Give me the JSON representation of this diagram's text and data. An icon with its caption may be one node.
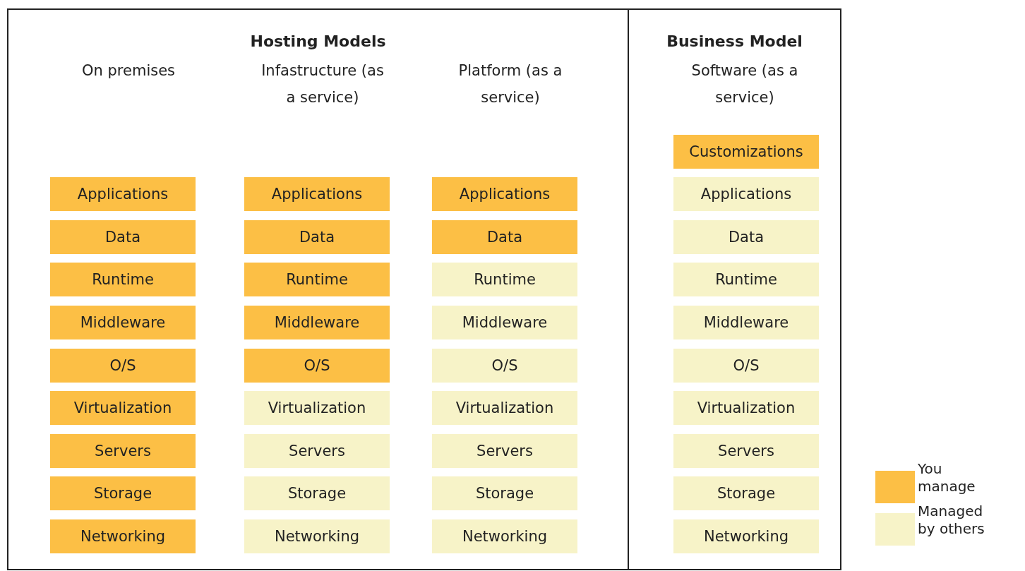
{
  "diagram": {
    "nodes": [
      {
        "text": [
          "Hosting Models"
        ]
      },
      {
        "text": [
          "Applications"
        ],
        "in": 0
      },
      {
        "text": [
          "Data"
        ],
        "in": 0
      },
      {
        "text": [
          "Runtime"
        ],
        "in": 0
      },
      {
        "text": [
          "Middleware"
        ],
        "in": 0
      },
      {
        "text": [
          "O/S"
        ],
        "in": 0
      },
      {
        "text": [
          "Virtualization"
        ],
        "in": 0
      },
      {
        "text": [
          "Servers"
        ],
        "in": 0
      },
      {
        "text": [
          "Storage"
        ],
        "in": 0
      },
      {
        "text": [
          "Networking"
        ],
        "in": 0
      },
      {
        "text": [
          "Applications"
        ],
        "in": 0
      },
      {
        "text": [
          "Data"
        ],
        "in": 0
      },
      {
        "text": [
          "Runtime"
        ],
        "in": 0
      },
      {
        "text": [
          "Middleware"
        ],
        "in": 0
      },
      {
        "text": [
          "O/S"
        ],
        "in": 0
      },
      {
        "text": [
          "Virtualization"
        ],
        "in": 0
      },
      {
        "text": [
          "Servers"
        ],
        "in": 0
      },
      {
        "text": [
          "Storage"
        ],
        "in": 0
      },
      {
        "text": [
          "Networking"
        ],
        "in": 0
      },
      {
        "text": [
          "Applications"
        ],
        "in": 0
      },
      {
        "text": [
          "Data"
        ],
        "in": 0
      },
      {
        "text": [
          "Runtime"
        ],
        "in": 0
      },
      {
        "text": [
          "Middleware"
        ],
        "in": 0
      },
      {
        "text": [
          "O/S"
        ],
        "in": 0
      },
      {
        "text": [
          "Virtualization"
        ],
        "in": 0
      },
      {
        "text": [
          "Servers"
        ],
        "in": 0
      },
      {
        "text": [
          "Storage"
        ],
        "in": 0
      },
      {
        "text": [
          "Networking"
        ],
        "in": 0
      },
      {
        "text": [
          "Business Model"
        ]
      },
      {
        "text": [
          "Customizations"
        ],
        "in": 28
      },
      {
        "text": [
          "Applications"
        ],
        "in": 28
      },
      {
        "text": [
          "Data"
        ],
        "in": 28
      },
      {
        "text": [
          "Runtime"
        ],
        "in": 28
      },
      {
        "text": [
          "Middleware"
        ],
        "in": 28
      },
      {
        "text": [
          "O/S"
        ],
        "in": 28
      },
      {
        "text": [
          "Virtualization"
        ],
        "in": 28
      },
      {
        "text": [
          "Servers"
        ],
        "in": 28
      },
      {
        "text": [
          "Storage"
        ],
        "in": 28
      },
      {
        "text": [
          "Networking"
        ],
        "in": 28
      }
    ],
    "labels": [
      "On premises",
      "Infastructure (as a service)",
      "Platform (as a service)",
      "Software (as a service)"
    ],
    "legend": [
      {
        "text": "You manage",
        "color": "#fcbf45"
      },
      {
        "text": "Managed by others",
        "color": "#f7f3c8"
      }
    ]
  }
}
